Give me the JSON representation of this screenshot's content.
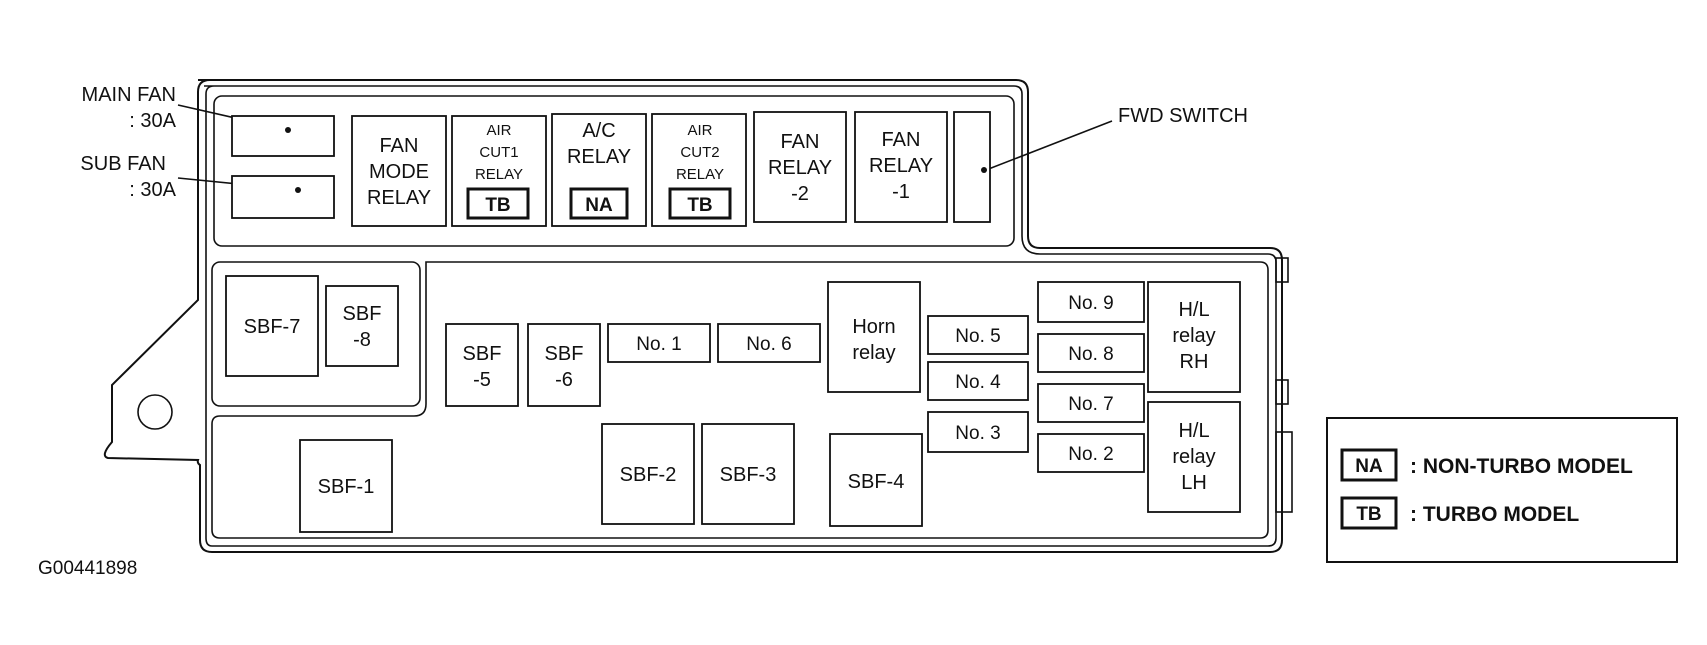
{
  "callouts": {
    "main_fan": [
      "MAIN FAN",
      ": 30A"
    ],
    "sub_fan": [
      "SUB FAN",
      ": 30A"
    ],
    "fwd_switch": "FWD SWITCH"
  },
  "relays": {
    "fan_mode": [
      "FAN",
      "MODE",
      "RELAY"
    ],
    "air_cut1": [
      "AIR",
      "CUT1",
      "RELAY"
    ],
    "air_cut1_tag": "TB",
    "ac_relay": [
      "A/C",
      "RELAY"
    ],
    "ac_relay_tag": "NA",
    "air_cut2": [
      "AIR",
      "CUT2",
      "RELAY"
    ],
    "air_cut2_tag": "TB",
    "fan_relay_2": [
      "FAN",
      "RELAY",
      "-2"
    ],
    "fan_relay_1": [
      "FAN",
      "RELAY",
      "-1"
    ],
    "horn": [
      "Horn",
      "relay"
    ],
    "hl_rh": [
      "H/L",
      "relay",
      "RH"
    ],
    "hl_lh": [
      "H/L",
      "relay",
      "LH"
    ]
  },
  "fuses": {
    "sbf7": "SBF-7",
    "sbf8": [
      "SBF",
      "-8"
    ],
    "sbf5": [
      "SBF",
      "-5"
    ],
    "sbf6": [
      "SBF",
      "-6"
    ],
    "no1": "No. 1",
    "no6": "No. 6",
    "no5": "No. 5",
    "no4": "No. 4",
    "no3": "No. 3",
    "no9": "No. 9",
    "no8": "No. 8",
    "no7": "No. 7",
    "no2": "No. 2",
    "sbf1": "SBF-1",
    "sbf2": "SBF-2",
    "sbf3": "SBF-3",
    "sbf4": "SBF-4"
  },
  "legend": {
    "na_tag": "NA",
    "na_text": ": NON-TURBO MODEL",
    "tb_tag": "TB",
    "tb_text": ": TURBO MODEL"
  },
  "figure_id": "G00441898"
}
